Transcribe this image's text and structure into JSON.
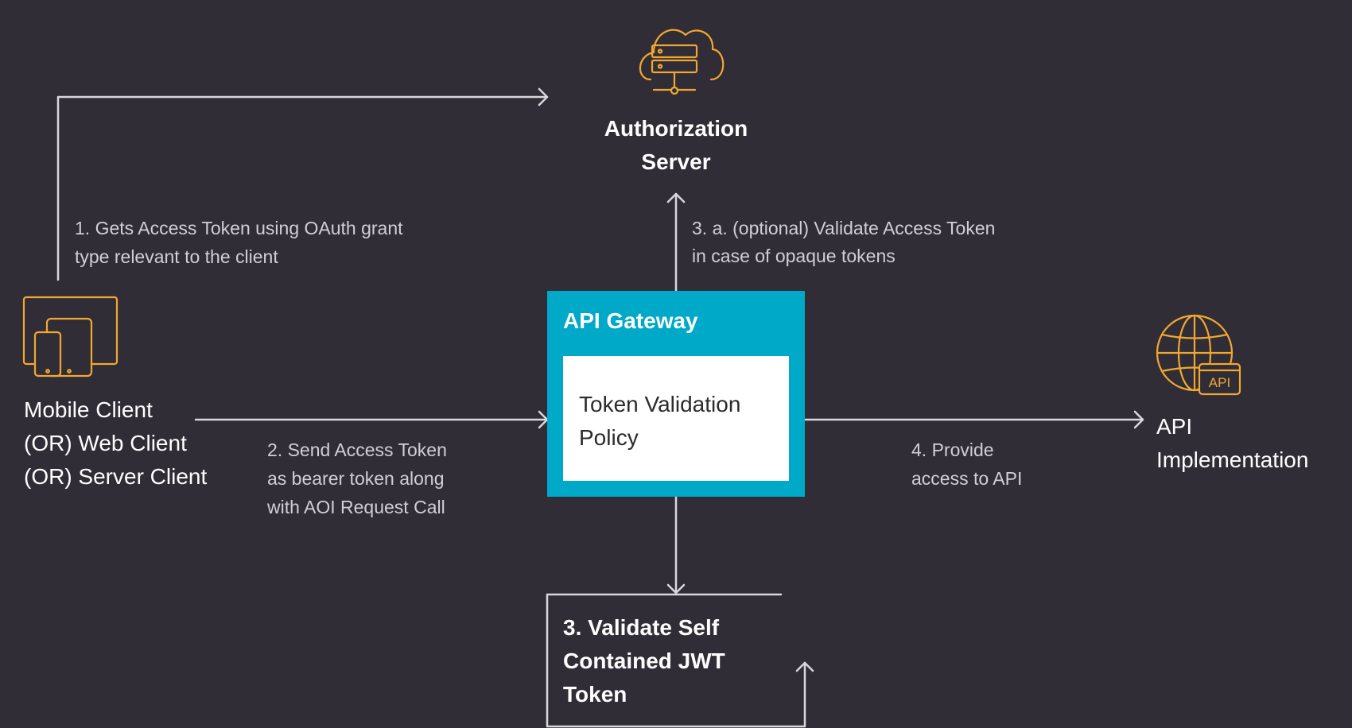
{
  "auth_server": {
    "label_line1": "Authorization",
    "label_line2": "Server",
    "icon": "cloud-server-icon"
  },
  "client": {
    "line1": "Mobile Client",
    "line2": "(OR) Web Client",
    "line3": "(OR) Server Client",
    "icon": "devices-icon"
  },
  "gateway": {
    "title": "API Gateway",
    "policy_line1": "Token Validation",
    "policy_line2": "Policy"
  },
  "api": {
    "line1": "API",
    "line2": "Implementation",
    "icon": "globe-api-icon",
    "badge": "API"
  },
  "validate": {
    "line1": "3. Validate Self",
    "line2": "Contained JWT",
    "line3": "Token"
  },
  "steps": {
    "step1_line1": "1. Gets Access Token using OAuth grant",
    "step1_line2": "type relevant to the client",
    "step2_line1": "2. Send Access Token",
    "step2_line2": "as bearer token along",
    "step2_line3": "with AOI Request Call",
    "step3a_line1": "3. a. (optional) Validate Access Token",
    "step3a_line2": "in case of opaque tokens",
    "step4_line1": "4. Provide",
    "step4_line2": "access to API"
  },
  "colors": {
    "background": "#312d37",
    "accent_icon": "#f0a830",
    "gateway": "#00a9c8",
    "line": "#d8d8dc"
  }
}
